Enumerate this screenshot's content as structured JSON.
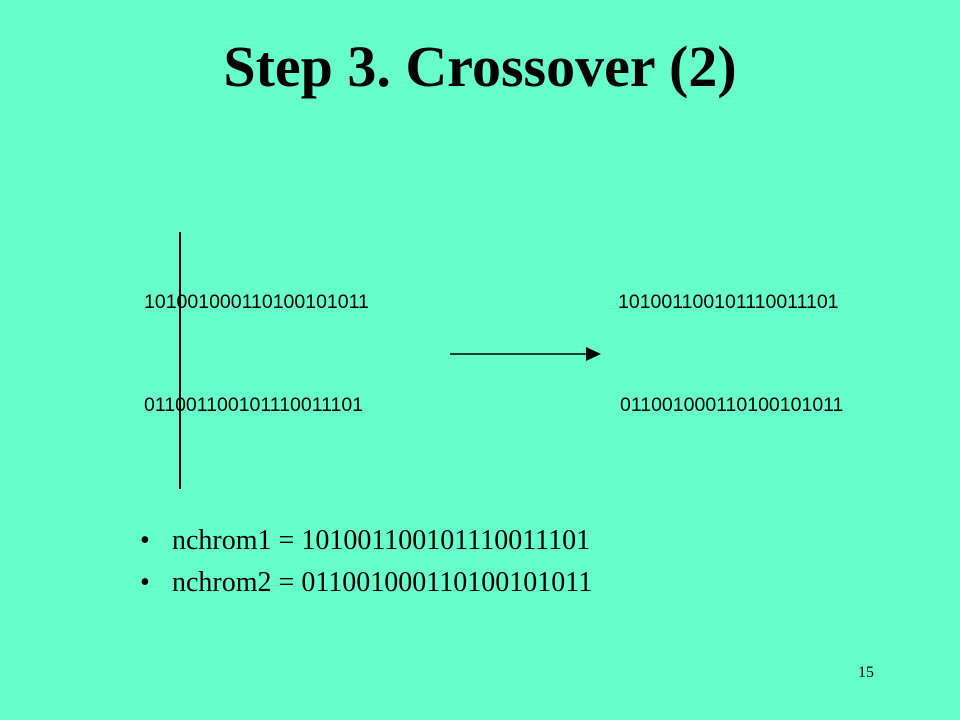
{
  "slide": {
    "title": "Step 3. Crossover (2)",
    "page_number": "15"
  },
  "parents": {
    "chrom1": "101001000110100101011",
    "chrom2": "011001100101110011101"
  },
  "offspring": {
    "chrom1": "101001100101110011101",
    "chrom2": "011001000110100101011"
  },
  "bullets": {
    "marker": "•",
    "items": [
      "nchrom1 = 101001100101110011101",
      "nchrom2 = 011001000110100101011"
    ]
  }
}
